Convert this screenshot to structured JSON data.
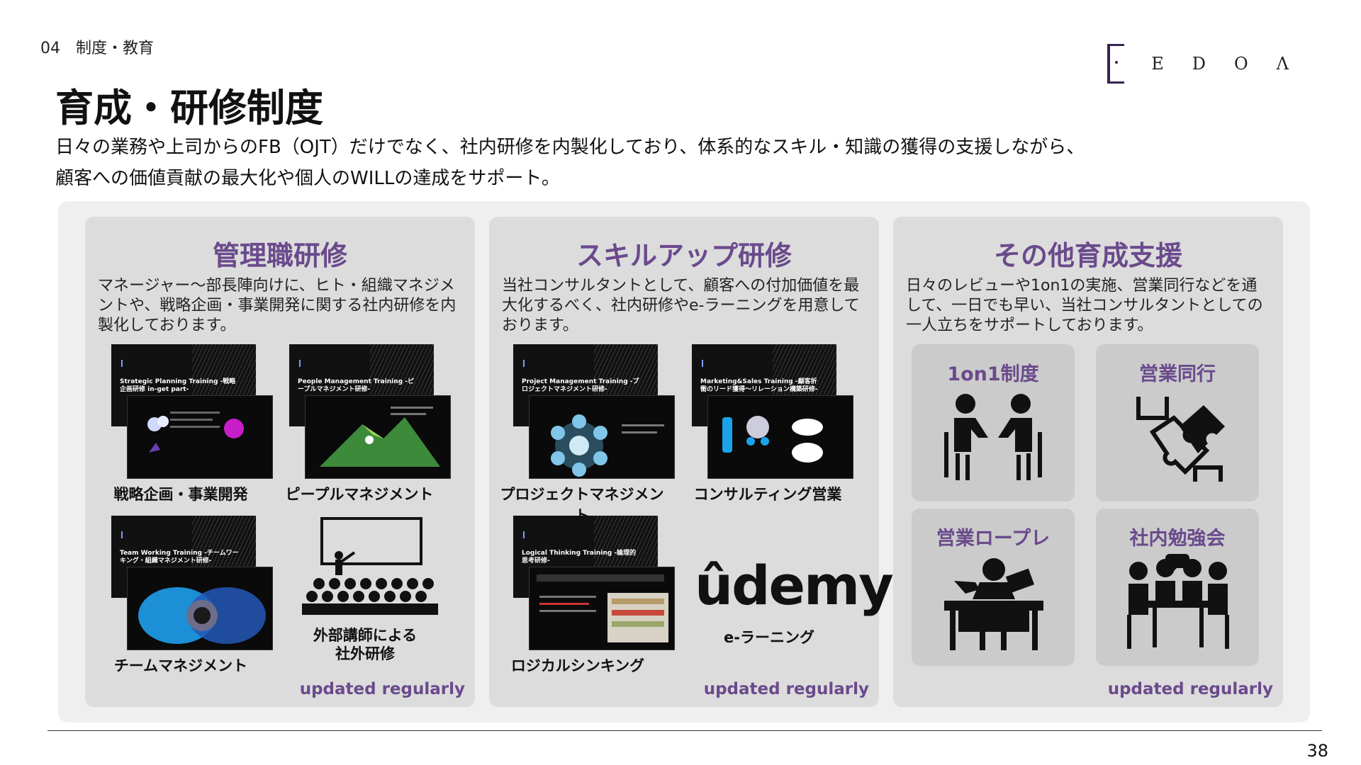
{
  "header": {
    "section_label": "04　制度・教育",
    "logo_letters": [
      "E",
      "D",
      "O",
      "Λ"
    ],
    "title": "育成・研修制度",
    "subtitle_line1": "日々の業務や上司からのFB（OJT）だけでなく、社内研修を内製化しており、体系的なスキル・知識の獲得の支援しながら、",
    "subtitle_line2": "顧客への価値貢献の最大化や個人のWILLの達成をサポート。"
  },
  "panels": [
    {
      "title": "管理職研修",
      "description": "マネージャー〜部長陣向けに、ヒト・組織マネジメントや、戦略企画・事業開発に関する社内研修を内製化しております。",
      "items": [
        {
          "caption": "戦略企画・事業開発",
          "slide_title": "Strategic Planning Training\n-戦略企画研修 in-get part-"
        },
        {
          "caption": "ピープルマネジメント",
          "slide_title": "People Management Training\n-ピープルマネジメント研修-"
        },
        {
          "caption": "チームマネジメント",
          "slide_title": "Team Working Training\n-チームワーキング・組織マネジメント研修-"
        },
        {
          "caption": "外部講師による\n社外研修"
        }
      ],
      "updated": "updated regularly"
    },
    {
      "title": "スキルアップ研修",
      "description": "当社コンサルタントとして、顧客への付加価値を最大化するべく、社内研修やe-ラーニングを用意しております。",
      "items": [
        {
          "caption": "プロジェクトマネジメント",
          "slide_title": "Project Management Training\n-プロジェクトマネジメント研修-"
        },
        {
          "caption": "コンサルティング営業",
          "slide_title": "Marketing&Sales Training\n-顧客折衝のリード獲得～リレーション構築研修-"
        },
        {
          "caption": "ロジカルシンキング",
          "slide_title": "Logical Thinking Training\n-論理的思考研修-"
        },
        {
          "caption": "e-ラーニング",
          "logo_text": "ûdemy"
        }
      ],
      "updated": "updated regularly"
    },
    {
      "title": "その他育成支援",
      "description": "日々のレビューや1on1の実施、営業同行などを通して、一日でも早い、当社コンサルタントとしての一人立ちをサポートしております。",
      "cards": [
        {
          "title": "1on1制度",
          "icon": "two-people-talking-icon"
        },
        {
          "title": "営業同行",
          "icon": "puzzle-handshake-icon"
        },
        {
          "title": "営業ロープレ",
          "icon": "desk-presenter-icon"
        },
        {
          "title": "社内勉強会",
          "icon": "group-meeting-icon"
        }
      ],
      "updated": "updated regularly"
    }
  ],
  "footer": {
    "page_number": "38"
  },
  "colors": {
    "accent": "#6a4a8c",
    "panel_bg": "#dcdcdc",
    "outer_bg": "#efefef"
  }
}
